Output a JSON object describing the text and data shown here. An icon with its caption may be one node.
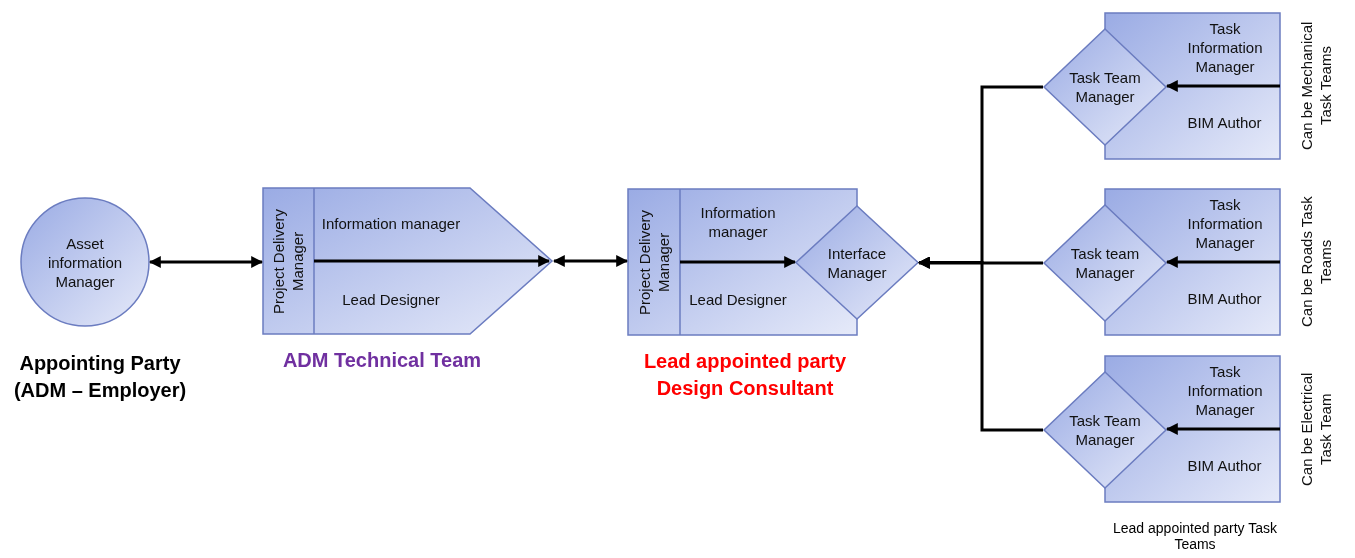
{
  "diagram": {
    "nodes": [
      {
        "text": [
          "Asset information Manager"
        ],
        "beside": [
          "Appointing Party (ADM – Employer)"
        ]
      },
      {
        "text": [
          "ADM Technical Team"
        ]
      },
      {
        "text": [
          "Project Delivery Manager"
        ],
        "in": 1
      },
      {
        "text": [
          "Information manager"
        ],
        "in": 1
      },
      {
        "text": [
          "Lead Designer"
        ],
        "in": 1
      },
      {
        "text": [
          "Lead appointed party Design Consultant"
        ]
      },
      {
        "text": [
          "Project Delivery Manager"
        ],
        "in": 5
      },
      {
        "text": [
          "Information manager"
        ],
        "in": 5
      },
      {
        "text": [
          "Lead Designer"
        ],
        "in": 5
      },
      {
        "text": [
          "Interface Manager"
        ]
      },
      {
        "text": [
          "Can be Mechanical Task Teams"
        ]
      },
      {
        "text": [
          "Task Team Manager"
        ]
      },
      {
        "text": [
          "Task Information Manager"
        ],
        "in": 10
      },
      {
        "text": [
          "BIM Author"
        ],
        "in": 10
      },
      {
        "text": [
          "Can be Roads Task Teams"
        ]
      },
      {
        "text": [
          "Task team Manager"
        ]
      },
      {
        "text": [
          "Task Information Manager"
        ],
        "in": 14
      },
      {
        "text": [
          "BIM Author"
        ],
        "in": 14
      },
      {
        "text": [
          "Can be Electrical Task Team"
        ]
      },
      {
        "text": [
          "Task Team Manager"
        ]
      },
      {
        "text": [
          "Task Information Manager"
        ],
        "in": 18
      },
      {
        "text": [
          "BIM Author"
        ],
        "in": 18
      }
    ],
    "edges": [
      {
        "from": 0,
        "to": 1,
        "arrow": "both"
      },
      {
        "from": 1,
        "to": 5,
        "arrow": "both"
      },
      {
        "from": 2,
        "to": null,
        "arrow": "to"
      },
      {
        "from": 6,
        "to": 9,
        "arrow": "to"
      },
      {
        "from": 11,
        "to": 9,
        "arrow": "to"
      },
      {
        "from": 15,
        "to": 9,
        "arrow": "to"
      },
      {
        "from": 19,
        "to": 9,
        "arrow": "to"
      },
      {
        "from": 10,
        "to": 11,
        "arrow": "to"
      },
      {
        "from": 14,
        "to": 15,
        "arrow": "to"
      },
      {
        "from": 18,
        "to": 19,
        "arrow": "to"
      }
    ],
    "labels": [
      "Lead appointed party Task Teams"
    ]
  }
}
